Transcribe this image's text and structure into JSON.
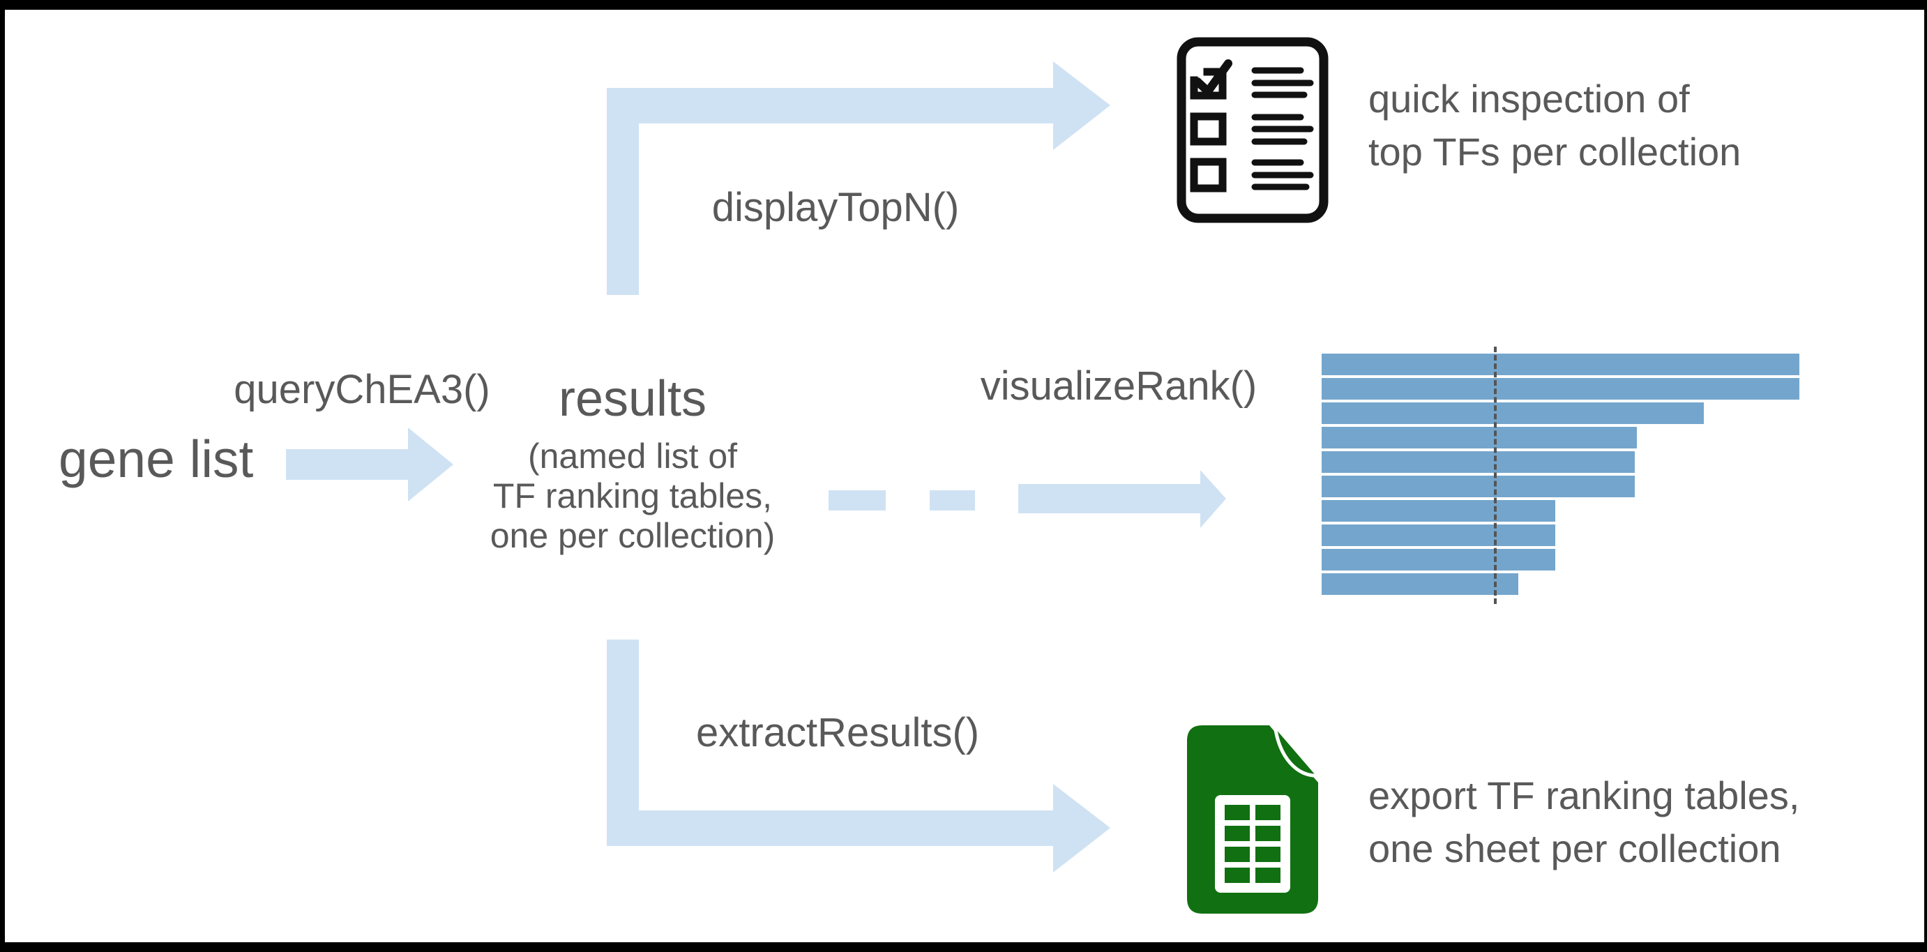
{
  "colors": {
    "text": "#595959",
    "arrow_blue": "#cfe2f3",
    "bar_blue": "#74a6cd",
    "ref_line_gray": "#545454",
    "sheets_green": "#117011",
    "checklist_black": "#111111",
    "frame_black": "#000000",
    "canvas_white": "#ffffff"
  },
  "nodes": {
    "gene_list": "gene list",
    "results_title": "results",
    "results_sub1": "(named list of",
    "results_sub2": "TF ranking tables,",
    "results_sub3": "one per collection)"
  },
  "function_labels": {
    "query": "queryChEA3()",
    "display_top_n": "displayTopN()",
    "visualize_rank": "visualizeRank()",
    "extract_results": "extractResults()"
  },
  "captions": {
    "inspection_line1": "quick inspection of",
    "inspection_line2": "top TFs per collection",
    "export_line1": "export TF ranking tables,",
    "export_line2": "one sheet per collection"
  },
  "icons": {
    "checklist": "checklist-icon",
    "spreadsheet": "spreadsheet-icon",
    "bar_chart": "tf-rank-barplot"
  },
  "chart_data": {
    "type": "bar",
    "orientation": "horizontal",
    "title": "",
    "xlabel": "",
    "ylabel": "",
    "n_bars": 10,
    "values_fraction_of_max": [
      1.0,
      1.0,
      0.8,
      0.66,
      0.655,
      0.655,
      0.489,
      0.489,
      0.489,
      0.412
    ],
    "ref_line_fraction": 0.36,
    "ref_line_style": "dashed",
    "bar_color": "#74a6cd",
    "grid": false,
    "legend": false,
    "axis_labels_visible": false
  }
}
